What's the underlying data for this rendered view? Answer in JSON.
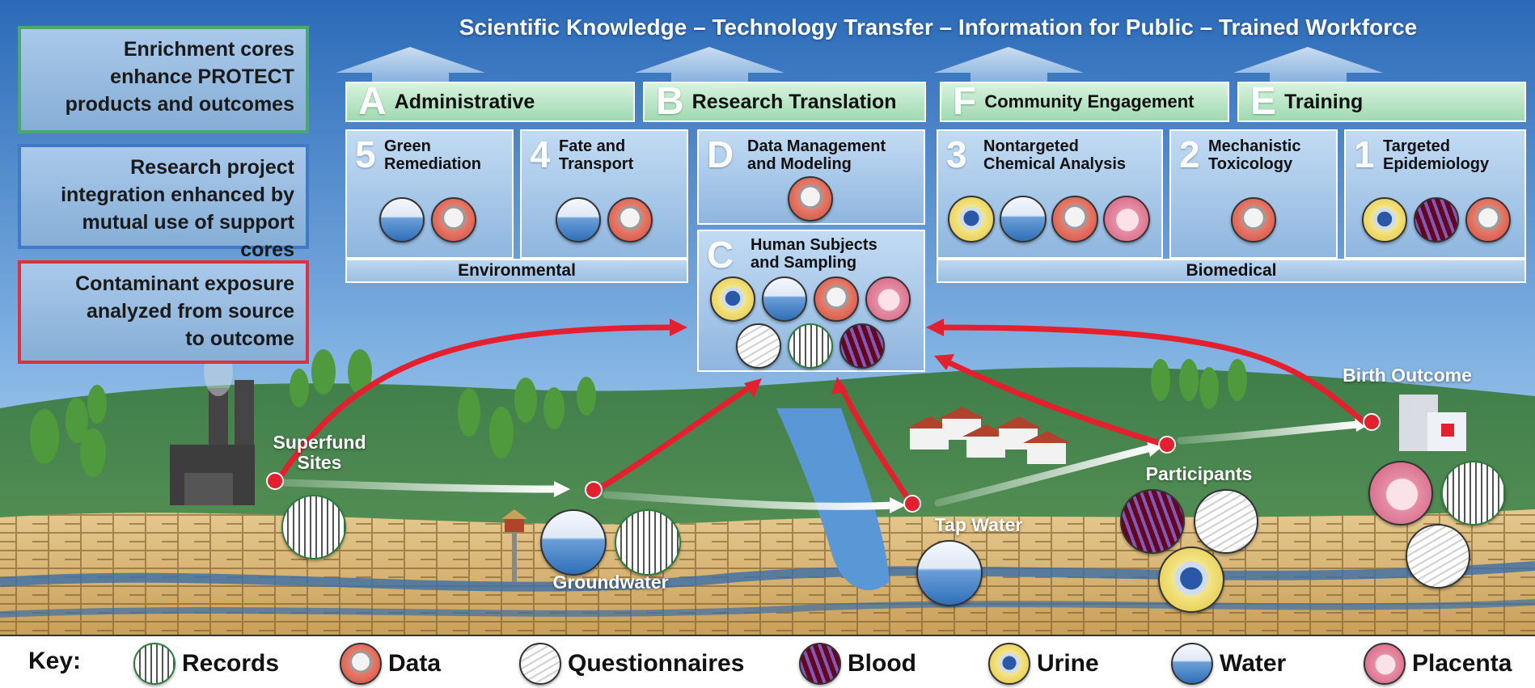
{
  "headline": "Scientific Knowledge – Technology Transfer – Information for Public – Trained Workforce",
  "legend_boxes": [
    "Enrichment cores\nenhance PROTECT\nproducts and outcomes",
    "Research project\nintegration enhanced by\nmutual use of support cores",
    "Contaminant exposure\nanalyzed from source\nto outcome"
  ],
  "cores": [
    {
      "letter": "A",
      "name": "Administrative"
    },
    {
      "letter": "B",
      "name": "Research Translation"
    },
    {
      "letter": "F",
      "name": "Community Engagement"
    },
    {
      "letter": "E",
      "name": "Training"
    }
  ],
  "projects": [
    {
      "num": "5",
      "name": "Green\nRemediation",
      "icons": [
        "water",
        "data"
      ]
    },
    {
      "num": "4",
      "name": "Fate and\nTransport",
      "icons": [
        "water",
        "data"
      ]
    },
    {
      "num": "D",
      "name": "Data Management\nand Modeling",
      "icons": [
        "data"
      ]
    },
    {
      "num": "3",
      "name": "Nontargeted\nChemical Analysis",
      "icons": [
        "urine",
        "water",
        "data",
        "placenta"
      ]
    },
    {
      "num": "2",
      "name": "Mechanistic\nToxicology",
      "icons": [
        "data"
      ]
    },
    {
      "num": "1",
      "name": "Targeted\nEpidemiology",
      "icons": [
        "urine",
        "blood",
        "data"
      ]
    }
  ],
  "core_c": {
    "letter": "C",
    "name": "Human Subjects\nand Sampling",
    "icons": [
      "urine",
      "water",
      "data",
      "placenta",
      "quest",
      "records",
      "blood"
    ]
  },
  "groups": [
    "Environmental",
    "Biomedical"
  ],
  "map_labels": {
    "superfund": "Superfund\nSites",
    "groundwater": "Groundwater",
    "tap_water": "Tap Water",
    "participants": "Participants",
    "birth_outcome": "Birth Outcome"
  },
  "key": {
    "title": "Key:",
    "items": [
      {
        "label": "Records",
        "icon": "records"
      },
      {
        "label": "Data",
        "icon": "data"
      },
      {
        "label": "Questionnaires",
        "icon": "quest"
      },
      {
        "label": "Blood",
        "icon": "blood"
      },
      {
        "label": "Urine",
        "icon": "urine"
      },
      {
        "label": "Water",
        "icon": "water"
      },
      {
        "label": "Placenta",
        "icon": "placenta"
      }
    ]
  },
  "colors": {
    "enrichment_border": "#49a86b",
    "integration_border": "#3f79c7",
    "exposure_border": "#e0303a",
    "flow_arrow": "#e4202e"
  }
}
